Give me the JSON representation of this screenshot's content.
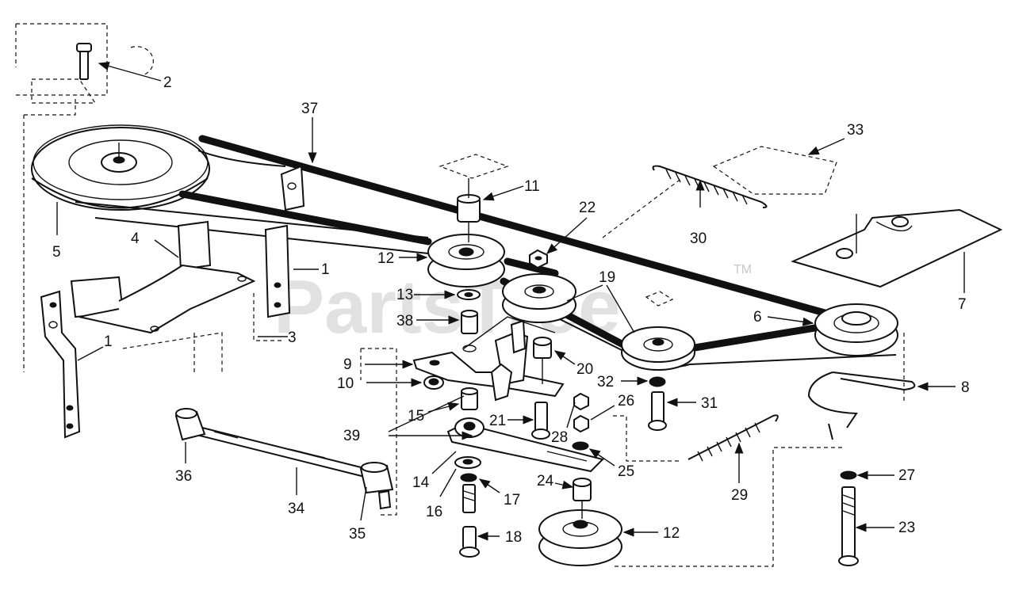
{
  "watermark": {
    "text": "PartsTree",
    "tm": "TM"
  },
  "labels": {
    "p1a": "1",
    "p1b": "1",
    "p2": "2",
    "p3": "3",
    "p4": "4",
    "p5": "5",
    "p6": "6",
    "p7": "7",
    "p8": "8",
    "p9": "9",
    "p10": "10",
    "p11": "11",
    "p12a": "12",
    "p12b": "12",
    "p13": "13",
    "p14": "14",
    "p15": "15",
    "p16": "16",
    "p17": "17",
    "p18": "18",
    "p19": "19",
    "p20": "20",
    "p21": "21",
    "p22": "22",
    "p23": "23",
    "p24": "24",
    "p25": "25",
    "p26": "26",
    "p27": "27",
    "p28": "28",
    "p29": "29",
    "p30": "30",
    "p31": "31",
    "p32": "32",
    "p33": "33",
    "p34": "34",
    "p35": "35",
    "p36": "36",
    "p37": "37",
    "p38": "38",
    "p39": "39"
  }
}
